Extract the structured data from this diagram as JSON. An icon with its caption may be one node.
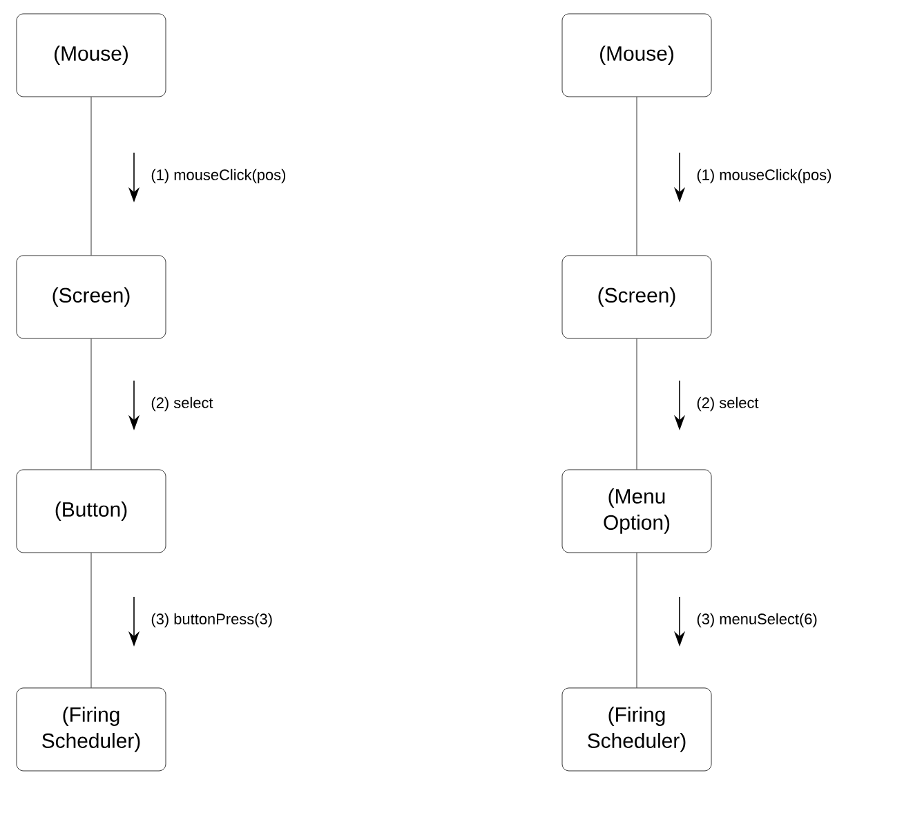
{
  "diagram": {
    "nodes": [
      {
        "text": [
          "(Mouse)"
        ]
      },
      {
        "text": [
          "(Screen)"
        ]
      },
      {
        "text": [
          "(Button)"
        ]
      },
      {
        "text": [
          "(Firing Scheduler)"
        ]
      },
      {
        "text": [
          "(Mouse)"
        ]
      },
      {
        "text": [
          "(Screen)"
        ]
      },
      {
        "text": [
          "(Menu Option)"
        ]
      },
      {
        "text": [
          "(Firing Scheduler)"
        ]
      }
    ],
    "edges": [
      {
        "from": 0,
        "to": 1,
        "arrow": "none",
        "label": "(1) mouseClick(pos)"
      },
      {
        "from": 1,
        "to": 2,
        "arrow": "none",
        "label": "(2) select"
      },
      {
        "from": 2,
        "to": 3,
        "arrow": "none",
        "label": "(3) buttonPress(3)"
      },
      {
        "from": 4,
        "to": 5,
        "arrow": "none",
        "label": "(1) mouseClick(pos)"
      },
      {
        "from": 5,
        "to": 6,
        "arrow": "none",
        "label": "(2) select"
      },
      {
        "from": 6,
        "to": 7,
        "arrow": "none",
        "label": "(3) menuSelect(6)"
      }
    ]
  }
}
